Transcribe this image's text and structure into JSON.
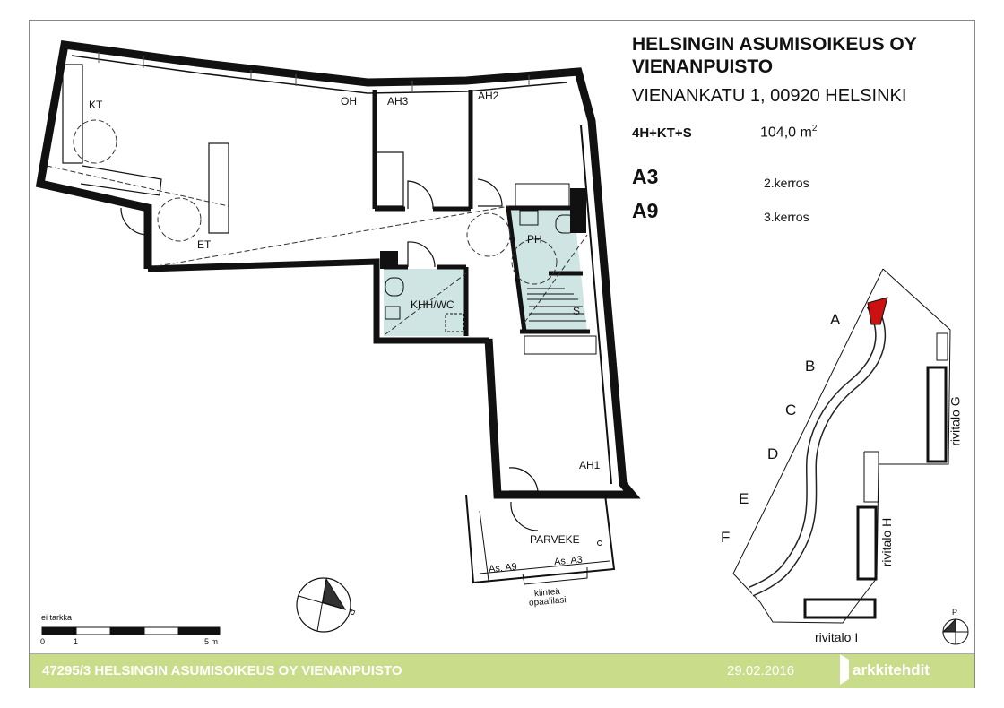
{
  "header": {
    "company_line1": "HELSINGIN ASUMISOIKEUS OY",
    "company_line2": "VIENANPUISTO",
    "address": "VIENANKATU 1, 00920 HELSINKI",
    "apartment_type": "4H+KT+S",
    "area_value": "104,0 m",
    "area_unit_sup": "2",
    "apartments": [
      {
        "id": "A3",
        "floor": "2.kerros"
      },
      {
        "id": "A9",
        "floor": "3.kerros"
      }
    ]
  },
  "rooms": {
    "kt": "KT",
    "oh": "OH",
    "ah3": "AH3",
    "ah2": "AH2",
    "et": "ET",
    "ph": "PH",
    "khh_wc": "KHH/WC",
    "s": "S",
    "ah1": "AH1",
    "parveke": "PARVEKE",
    "as_a9": "As. A9",
    "as_a3": "As. A3",
    "glass_line1": "kiinteä",
    "glass_line2": "opaalilasi"
  },
  "compass": {
    "north_label": "P"
  },
  "scale": {
    "note": "ei tarkka",
    "label_0": "0",
    "label_1": "1",
    "label_5": "5 m"
  },
  "site_plan": {
    "stairs": [
      "A",
      "B",
      "C",
      "D",
      "E",
      "F"
    ],
    "rivitalo_g": "rivitalo G",
    "rivitalo_h": "rivitalo H",
    "rivitalo_i": "rivitalo I",
    "north_label": "P",
    "highlight_color": "#cc1111"
  },
  "footer": {
    "title": "47295/3 HELSINGIN ASUMISOIKEUS OY  VIENANPUISTO",
    "date": "29.02.2016",
    "brand": "arkkitehdit",
    "color": "#c9dc8a"
  },
  "colors": {
    "wet_room": "#cfe5e3"
  }
}
